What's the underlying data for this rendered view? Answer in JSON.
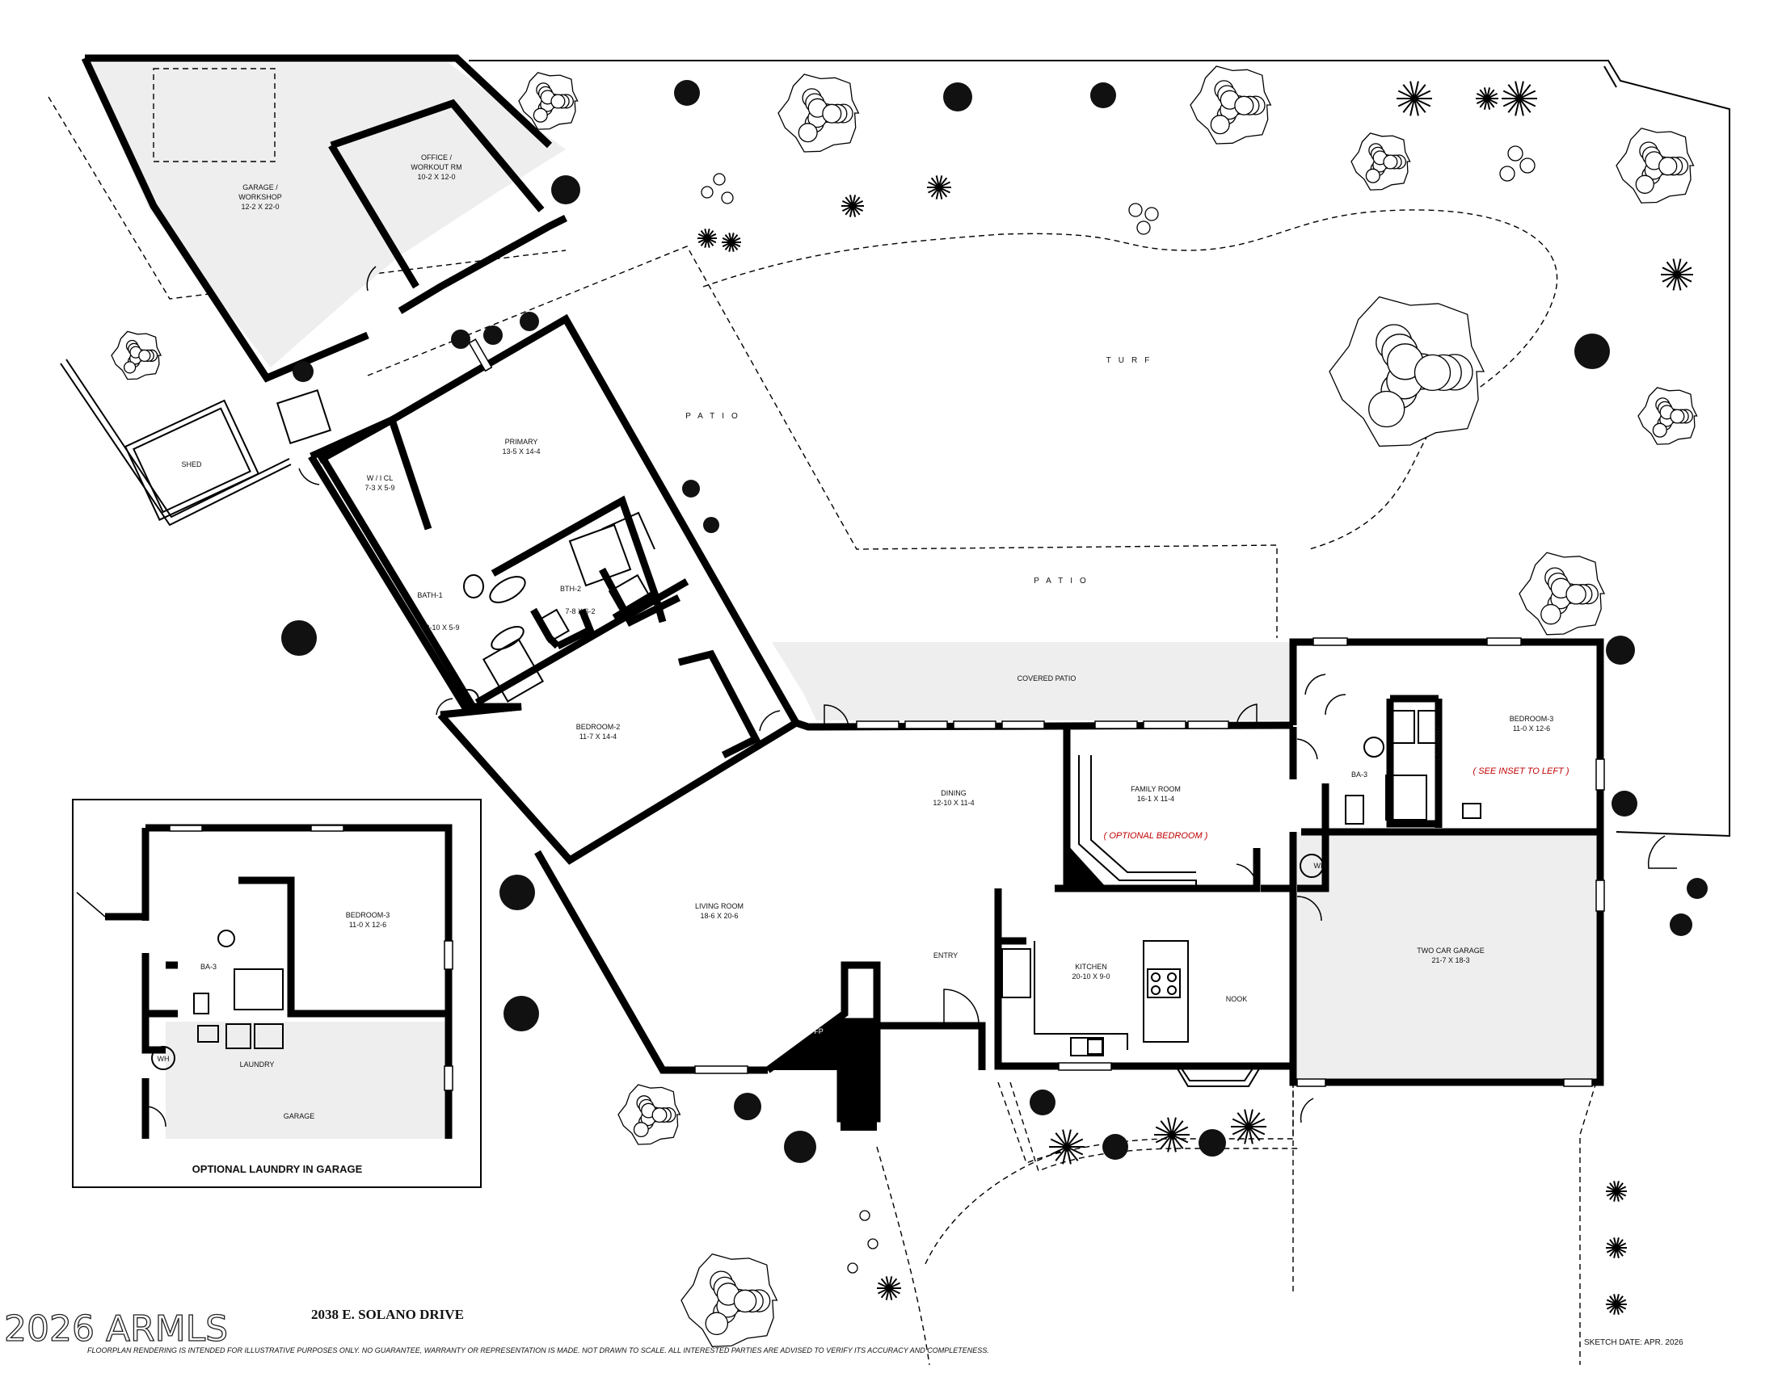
{
  "address": "2038 E. SOLANO DRIVE",
  "watermark": "2026 ARMLS",
  "disclaimer": "FLOORPLAN RENDERING IS INTENDED FOR ILLUSTRATIVE PURPOSES ONLY.  NO GUARANTEE, WARRANTY OR REPRESENTATION IS MADE.  NOT DRAWN TO SCALE.  ALL INTERESTED PARTIES ARE ADVISED TO VERIFY ITS ACCURACY AND COMPLETENESS.",
  "sketch_date": "SKETCH DATE:  APR. 2026",
  "rooms": {
    "garage_workshop": {
      "name_1": "GARAGE /",
      "name_2": "WORKSHOP",
      "dims": "12-2  X  22-0"
    },
    "office": {
      "name_1": "OFFICE /",
      "name_2": "WORKOUT RM",
      "dims": "10-2 X 12-0"
    },
    "primary": {
      "name": "PRIMARY",
      "dims": "13-5 X 14-4"
    },
    "wic": {
      "name": "W / I  CL",
      "dims": "7-3 X 5-9"
    },
    "bath1": {
      "name": "BATH-1",
      "dims": "13-10 X 5-9"
    },
    "bath2": {
      "name": "BTH-2",
      "dims": "7-8 X 6-2"
    },
    "bedroom2": {
      "name": "BEDROOM-2",
      "dims": "11-7  X  14-4"
    },
    "dining": {
      "name": "DINING",
      "dims": "12-10 X 11-4"
    },
    "living": {
      "name": "LIVING ROOM",
      "dims": "18-6  X  20-6"
    },
    "family": {
      "name": "FAMILY ROOM",
      "dims": "16-1  X  11-4",
      "note": "( OPTIONAL BEDROOM )"
    },
    "kitchen": {
      "name": "KITCHEN",
      "dims": "20-10 X 9-0"
    },
    "nook": {
      "name": "NOOK"
    },
    "entry": {
      "name": "ENTRY"
    },
    "fp": {
      "name": "FP"
    },
    "ba3": {
      "name": "BA-3"
    },
    "laundry": {
      "name": "LAUNDRY"
    },
    "wh": {
      "name": "WH"
    },
    "bedroom3": {
      "name": "BEDROOM-3",
      "dims": "11-0  X  12-6",
      "note": "( SEE INSET TO LEFT )"
    },
    "two_car_garage": {
      "name": "TWO CAR GARAGE",
      "dims": "21-7  X  18-3"
    },
    "covered_patio": {
      "name": "COVERED PATIO"
    },
    "patio": {
      "name": "PATIO"
    },
    "turf": {
      "name": "TURF"
    },
    "shed": {
      "name": "SHED"
    }
  },
  "inset": {
    "title": "OPTIONAL LAUNDRY IN GARAGE",
    "bedroom3": {
      "name": "BEDROOM-3",
      "dims": "11-0  X  12-6"
    },
    "ba3": "BA-3",
    "wh": "WH",
    "laundry": "LAUNDRY",
    "garage": "GARAGE"
  }
}
